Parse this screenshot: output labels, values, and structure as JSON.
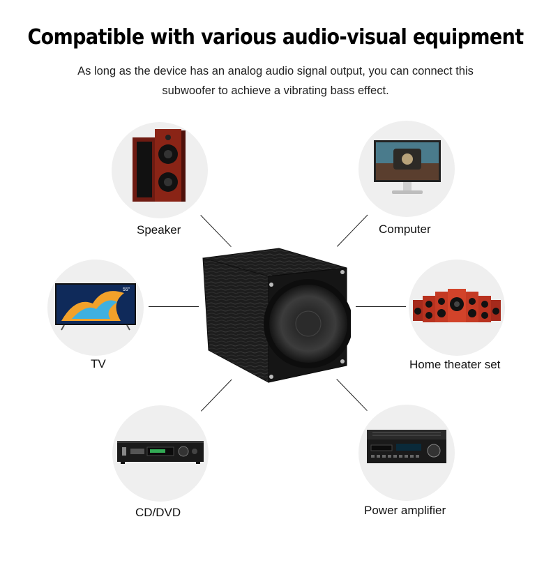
{
  "header": {
    "title": "Compatible with various audio-visual equipment",
    "subtitle_line1": "As long as the device has an analog audio signal output, you can connect this",
    "subtitle_line2": "subwoofer to achieve a vibrating bass effect."
  },
  "devices": [
    {
      "label": "Speaker",
      "icon": "bookshelf-speakers"
    },
    {
      "label": "Computer",
      "icon": "desktop-monitor"
    },
    {
      "label": "TV",
      "icon": "flat-tv"
    },
    {
      "label": "Home theater set",
      "icon": "speaker-set"
    },
    {
      "label": "CD/DVD",
      "icon": "cd-dvd-player"
    },
    {
      "label": "Power amplifier",
      "icon": "av-receiver"
    }
  ],
  "tv_badge": "55\"",
  "center_product": {
    "icon": "wooden-subwoofer",
    "color": "#1c1c1c"
  }
}
